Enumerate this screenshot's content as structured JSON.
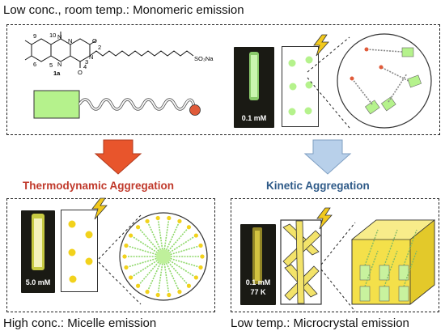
{
  "top_caption": "Low conc., room temp.: Monomeric emission",
  "bottom_left_caption": "High conc.: Micelle emission",
  "bottom_right_caption": "Low temp.: Microcrystal emission",
  "left_heading": "Thermodynamic Aggregation",
  "right_heading": "Kinetic Aggregation",
  "compound_label": "1a",
  "sulfonate_label": "SO₃Na",
  "atom_labels": [
    "10",
    "N",
    "N",
    "O",
    "N",
    "N",
    "O",
    "9",
    "6",
    "5",
    "3",
    "2",
    "4"
  ],
  "vial_top_label": "0.1 mM",
  "vial_micelle_label": "5.0 mM",
  "vial_crystal_label_1": "0.1 mM",
  "vial_crystal_label_2": "77 K",
  "colors": {
    "left_arrow": "#e8552c",
    "left_heading": "#c0392b",
    "right_arrow": "#b8d0ea",
    "right_heading": "#2e5a88",
    "monomer_green": "#b5f28c",
    "micelle_yellow": "#f2d21c",
    "tail_dot": "#e05b3a"
  },
  "icons": [
    "lightning-icon",
    "down-arrow-icon"
  ]
}
